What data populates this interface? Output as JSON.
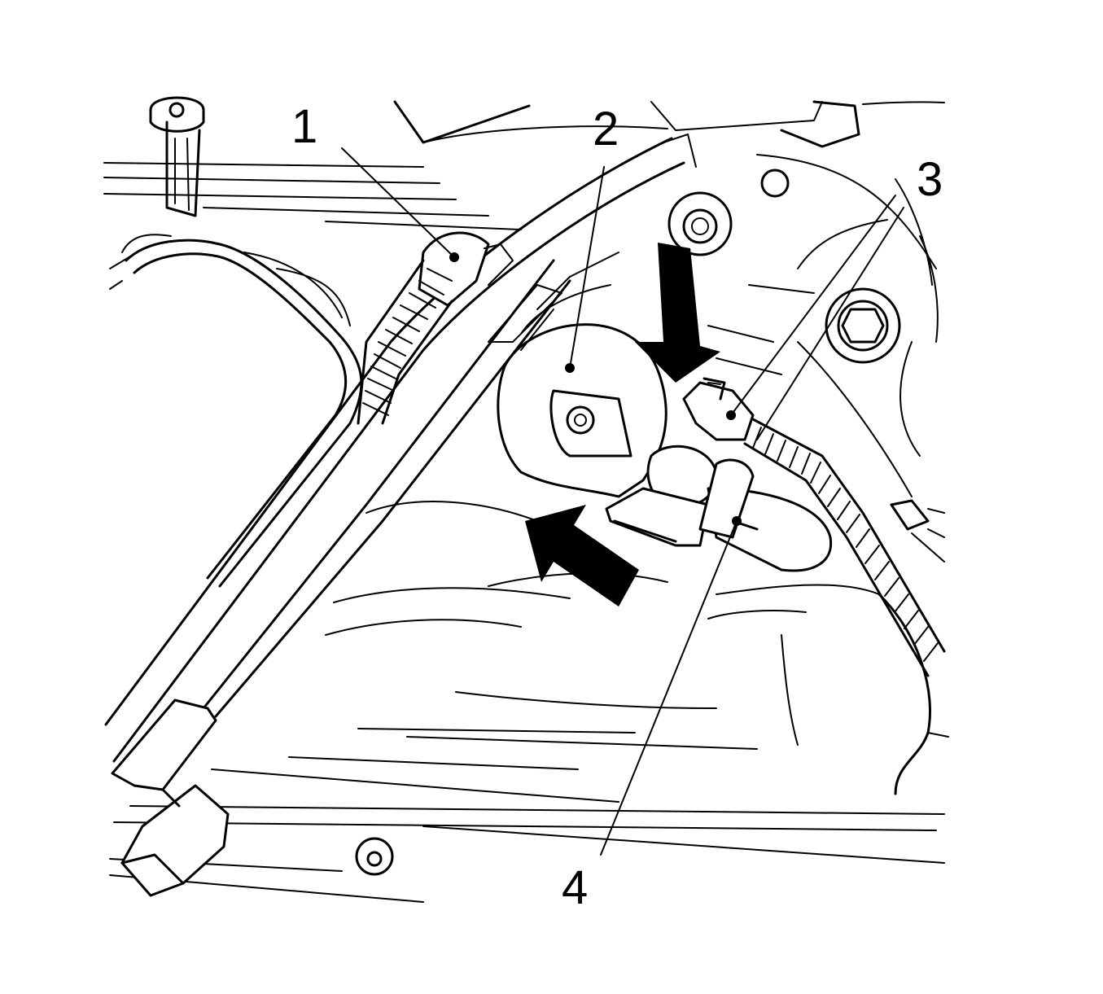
{
  "callouts": [
    {
      "id": "1",
      "label": "1"
    },
    {
      "id": "2",
      "label": "2"
    },
    {
      "id": "3",
      "label": "3"
    },
    {
      "id": "4",
      "label": "4"
    }
  ],
  "arrows": [
    {
      "id": "arrow-down",
      "direction": "down"
    },
    {
      "id": "arrow-left",
      "direction": "up-left"
    }
  ],
  "colors": {
    "line": "#000000",
    "background": "#ffffff"
  }
}
